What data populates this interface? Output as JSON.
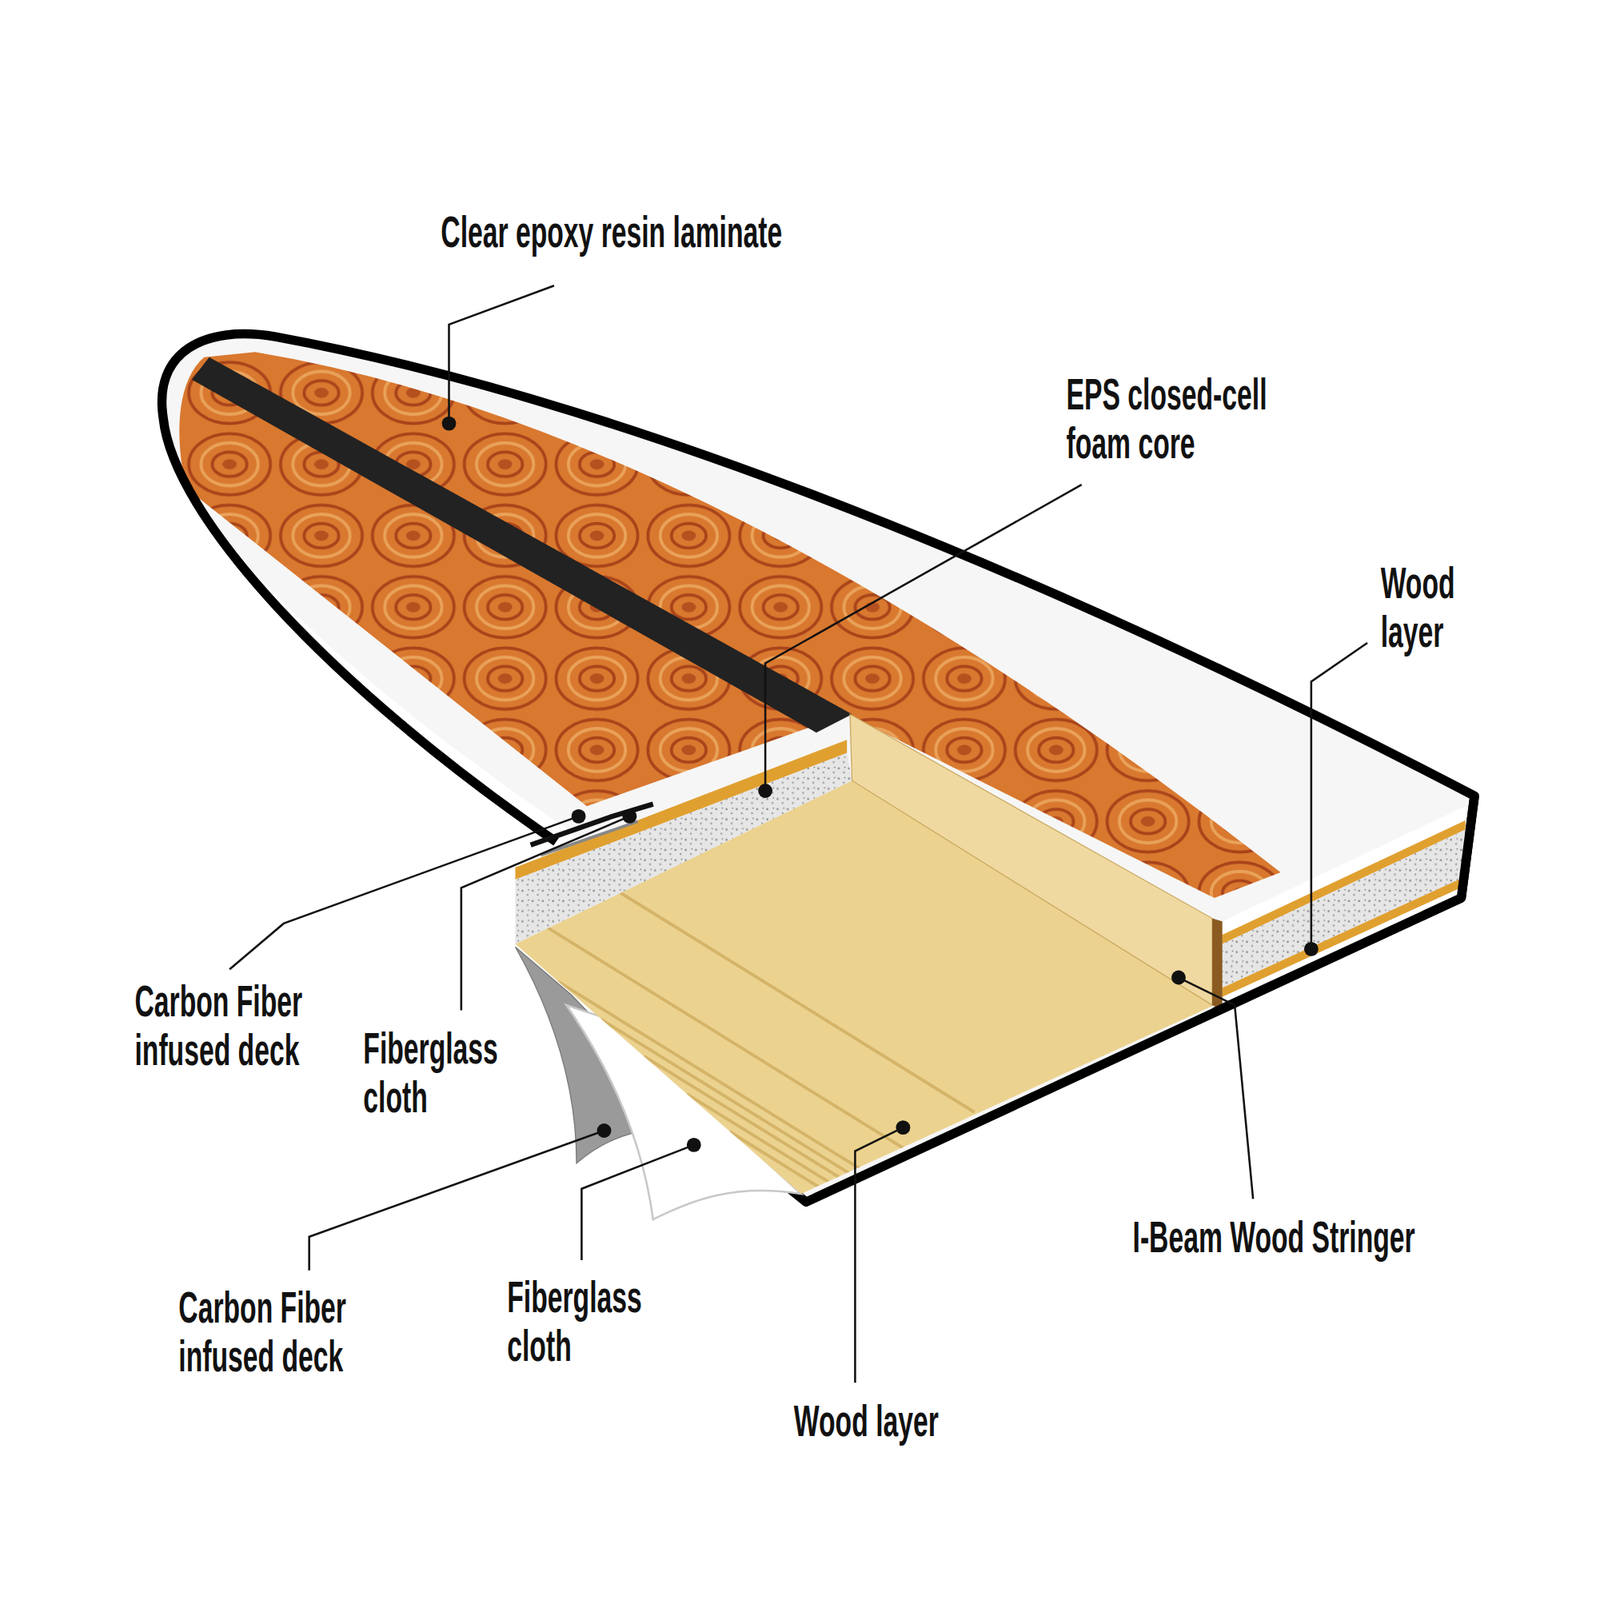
{
  "diagram": {
    "labels": [
      "Clear epoxy resin laminate",
      "EPS closed-cell foam core",
      "Wood layer",
      "Carbon Fiber infused deck",
      "Fiberglass cloth",
      "I-Beam Wood Stringer",
      "Carbon Fiber infused deck",
      "Fiberglass cloth",
      "Wood layer"
    ]
  }
}
